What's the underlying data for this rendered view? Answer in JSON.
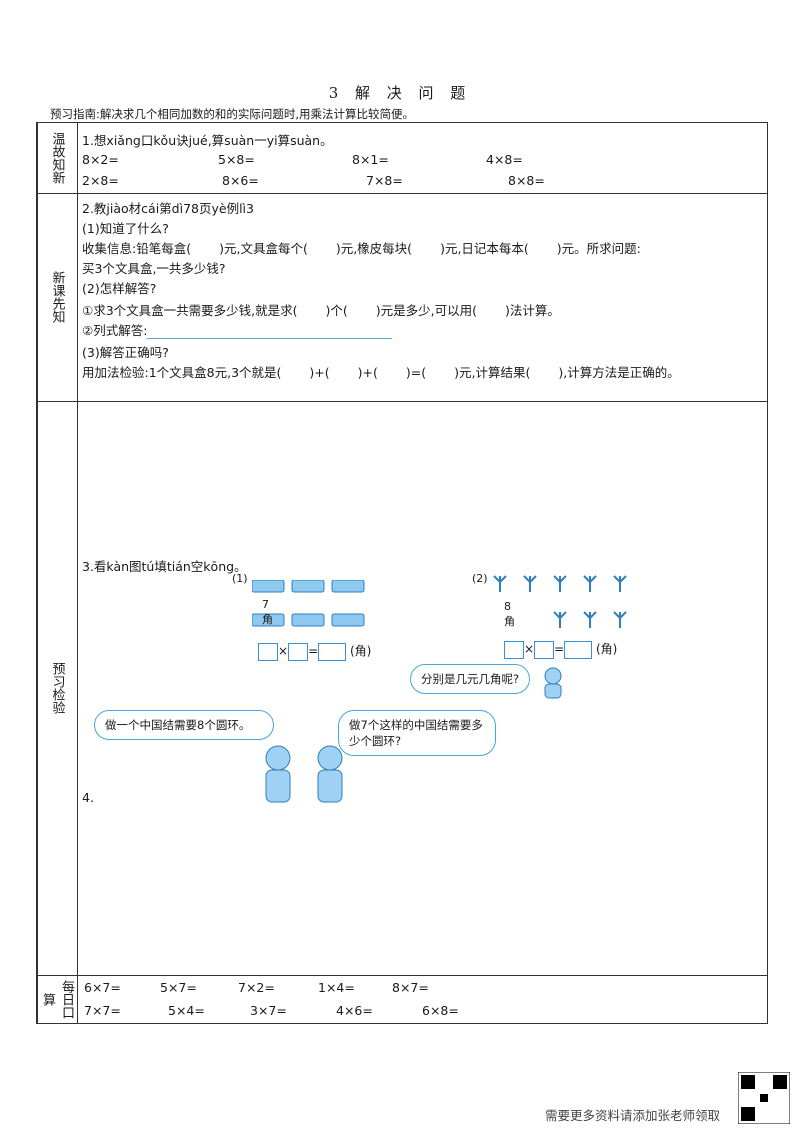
{
  "title": "3  解 决 问 题",
  "guide": "预习指南:解决求几个相同加数的和的实际问题时,用乘法计算比较简便。",
  "sections": {
    "warmup": {
      "label": "温故知新"
    },
    "newlesson": {
      "label": "新课先知"
    },
    "preview": {
      "label": "预习检验"
    },
    "daily": {
      "label": "每日口算"
    }
  },
  "warmup": {
    "q1": "1.想xiǎng口kǒu诀jué,算suàn一yi算suàn。",
    "row1": [
      "8×2=",
      "5×8=",
      "8×1=",
      "4×8="
    ],
    "row2": [
      "2×8=",
      "8×6=",
      "7×8=",
      "8×8="
    ]
  },
  "newlesson": {
    "q2": "2.教jiào材cái第dì78页yè例lì3",
    "s1": "(1)知道了什么?",
    "collect": [
      "收集信息:铅笔每盒(",
      ")元,文具盒每个(",
      ")元,橡皮每块(",
      ")元,日记本每本(",
      ")元。所求问题:"
    ],
    "ask": "买3个文具盒,一共多少钱?",
    "s2": "(2)怎样解答?",
    "c1": [
      "①求3个文具盒一共需要多少钱,就是求(",
      ")个(",
      ")元是多少,可以用(",
      ")法计算。"
    ],
    "c2": "②列式解答:",
    "s3": "(3)解答正确吗?",
    "check": [
      "用加法检验:1个文具盒8元,3个就是(",
      ")+(",
      ")+(",
      ")=(",
      ")元,计算结果(",
      "),计算方法是正确的。"
    ]
  },
  "preview": {
    "q3": "3.看kàn图tú填tián空kōng。",
    "fig1": {
      "num": "(1)",
      "price": "7角",
      "unit": "(角)"
    },
    "fig2": {
      "num": "(2)",
      "price": "8角",
      "unit": "(角)"
    },
    "bubble_question": "分别是几元几角呢?",
    "q4": "4.",
    "bubble_girl": "做一个中国结需要8个圆环。",
    "bubble_boy": "做7个这样的中国结需要多少个圆环?"
  },
  "daily": {
    "row1": [
      "6×7=",
      "5×7=",
      "7×2=",
      "1×4=",
      "8×7="
    ],
    "row2": [
      "7×7=",
      "5×4=",
      "3×7=",
      "4×6=",
      "6×8="
    ]
  },
  "footer": "需要更多资料请添加张老师领取",
  "colors": {
    "accent": "#3b8fd6",
    "border": "#333333"
  }
}
